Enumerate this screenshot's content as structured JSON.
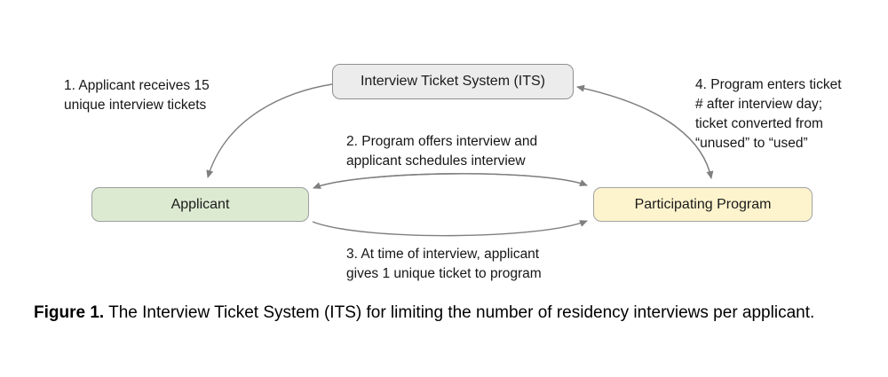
{
  "diagram": {
    "nodes": {
      "its": {
        "label": "Interview Ticket System (ITS)",
        "fill": "#ececec",
        "border": "#8f8f8f"
      },
      "applicant": {
        "label": "Applicant",
        "fill": "#dcead2",
        "border": "#9e9e9e"
      },
      "program": {
        "label": "Participating Program",
        "fill": "#fdf3cd",
        "border": "#a3a3a3"
      }
    },
    "annotations": {
      "step1": "1. Applicant receives 15\nunique interview tickets",
      "step2": "2. Program offers interview and\napplicant schedules interview",
      "step3": "3. At time of interview, applicant\ngives 1 unique ticket to program",
      "step4": "4. Program enters ticket\n# after interview day;\nticket converted from\n“unused” to “used”"
    },
    "arrow_color": "#7f7f7f"
  },
  "caption": {
    "bold": "Figure 1.",
    "rest": "The Interview Ticket System (ITS) for limiting the number of residency interviews per applicant."
  }
}
